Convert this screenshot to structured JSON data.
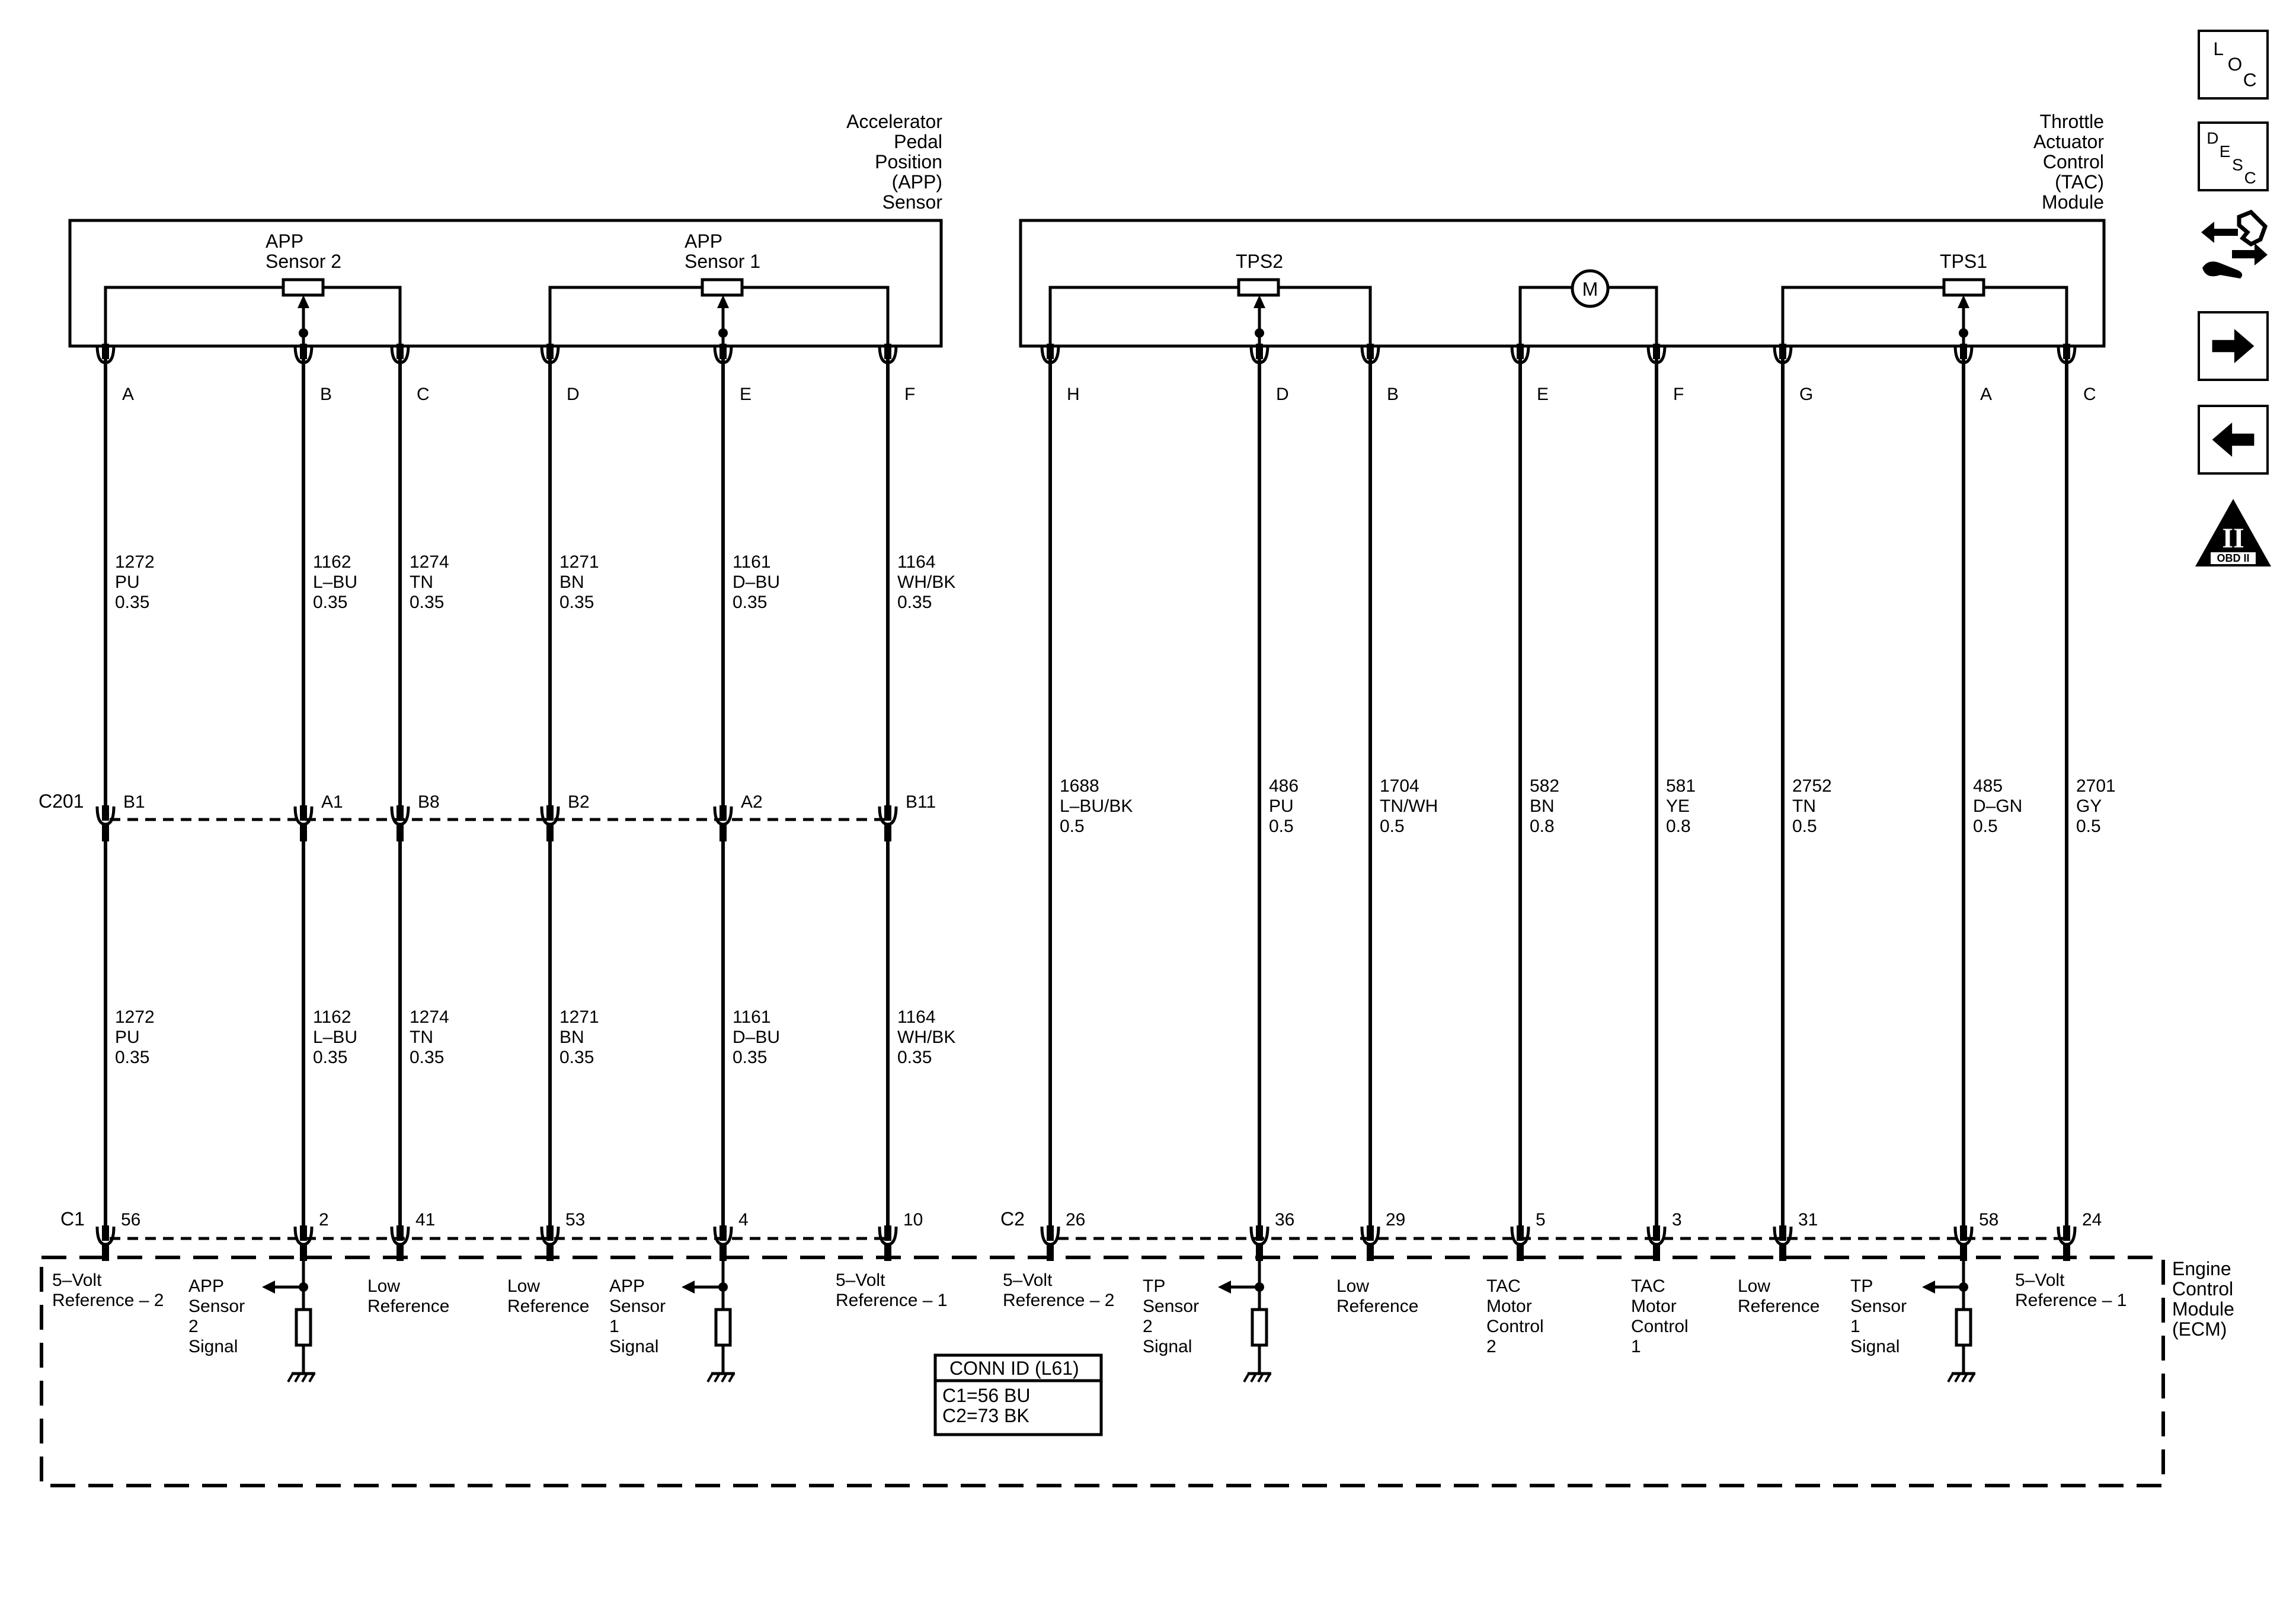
{
  "app_sensor": {
    "title": [
      "Accelerator",
      "Pedal",
      "Position",
      "(APP)",
      "Sensor"
    ],
    "sensor2_label": [
      "APP",
      "Sensor 2"
    ],
    "sensor1_label": [
      "APP",
      "Sensor 1"
    ]
  },
  "tac_module": {
    "title": [
      "Throttle",
      "Actuator",
      "Control",
      "(TAC)",
      "Module"
    ],
    "tps2_label": "TPS2",
    "tps1_label": "TPS1",
    "motor_label": "M"
  },
  "ecm": {
    "title": [
      "Engine",
      "Control",
      "Module",
      "(ECM)"
    ],
    "conn_id_title": "CONN ID (L61)",
    "conn_id_rows": [
      "C1=56 BU",
      "C2=73 BK"
    ]
  },
  "inline_connector": {
    "id": "C201"
  },
  "ecm_connectors": {
    "c1": "C1",
    "c2": "C2"
  },
  "wires": [
    {
      "pin": "A",
      "circuit": "1272",
      "color": "PU",
      "gauge": "0.35",
      "c201_pin": "B1",
      "ecm_pin": "56",
      "ecm_label": [
        "5–Volt",
        "Reference – 2"
      ]
    },
    {
      "pin": "B",
      "circuit": "1162",
      "color": "L–BU",
      "gauge": "0.35",
      "c201_pin": "A1",
      "ecm_pin": "2",
      "ecm_label": [
        "APP",
        "Sensor",
        "2",
        "Signal"
      ]
    },
    {
      "pin": "C",
      "circuit": "1274",
      "color": "TN",
      "gauge": "0.35",
      "c201_pin": "B8",
      "ecm_pin": "41",
      "ecm_label": [
        "Low",
        "Reference"
      ]
    },
    {
      "pin": "D",
      "circuit": "1271",
      "color": "BN",
      "gauge": "0.35",
      "c201_pin": "B2",
      "ecm_pin": "53",
      "ecm_label": [
        "Low",
        "Reference"
      ]
    },
    {
      "pin": "E",
      "circuit": "1161",
      "color": "D–BU",
      "gauge": "0.35",
      "c201_pin": "A2",
      "ecm_pin": "4",
      "ecm_label": [
        "APP",
        "Sensor",
        "1",
        "Signal"
      ]
    },
    {
      "pin": "F",
      "circuit": "1164",
      "color": "WH/BK",
      "gauge": "0.35",
      "c201_pin": "B11",
      "ecm_pin": "10",
      "ecm_label": [
        "5–Volt",
        "Reference – 1"
      ]
    },
    {
      "pin": "H",
      "circuit": "1688",
      "color": "L–BU/BK",
      "gauge": "0.5",
      "ecm_pin": "26",
      "ecm_label": [
        "5–Volt",
        "Reference – 2"
      ]
    },
    {
      "pin": "D",
      "circuit": "486",
      "color": "PU",
      "gauge": "0.5",
      "ecm_pin": "36",
      "ecm_label": [
        "TP",
        "Sensor",
        "2",
        "Signal"
      ]
    },
    {
      "pin": "B",
      "circuit": "1704",
      "color": "TN/WH",
      "gauge": "0.5",
      "ecm_pin": "29",
      "ecm_label": [
        "Low",
        "Reference"
      ]
    },
    {
      "pin": "E",
      "circuit": "582",
      "color": "BN",
      "gauge": "0.8",
      "ecm_pin": "5",
      "ecm_label": [
        "TAC",
        "Motor",
        "Control",
        "2"
      ]
    },
    {
      "pin": "F",
      "circuit": "581",
      "color": "YE",
      "gauge": "0.8",
      "ecm_pin": "3",
      "ecm_label": [
        "TAC",
        "Motor",
        "Control",
        "1"
      ]
    },
    {
      "pin": "G",
      "circuit": "2752",
      "color": "TN",
      "gauge": "0.5",
      "ecm_pin": "31",
      "ecm_label": [
        "Low",
        "Reference"
      ]
    },
    {
      "pin": "A",
      "circuit": "485",
      "color": "D–GN",
      "gauge": "0.5",
      "ecm_pin": "58",
      "ecm_label": [
        "TP",
        "Sensor",
        "1",
        "Signal"
      ]
    },
    {
      "pin": "C",
      "circuit": "2701",
      "color": "GY",
      "gauge": "0.5",
      "ecm_pin": "24",
      "ecm_label": [
        "5–Volt",
        "Reference – 1"
      ]
    }
  ],
  "nav": {
    "loc": [
      "L",
      "O",
      "C"
    ],
    "desc": [
      "D",
      "E",
      "S",
      "C"
    ],
    "obd": "OBD II",
    "obd_numeral": "II"
  }
}
